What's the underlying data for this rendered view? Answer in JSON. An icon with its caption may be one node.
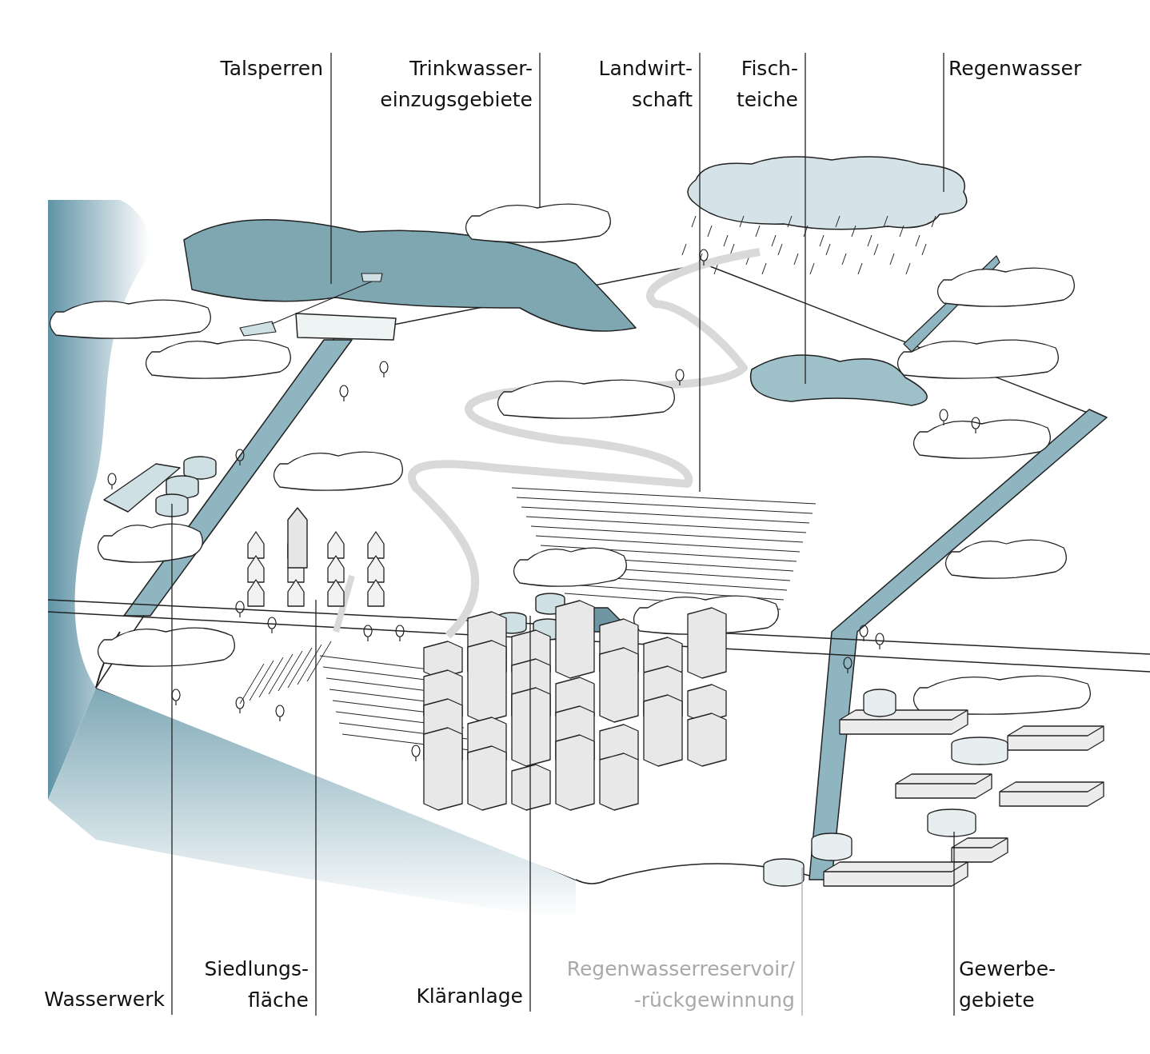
{
  "diagram": {
    "nodes": [
      {
        "text": [
          "Talsperren"
        ]
      },
      {
        "text": [
          "Trinkwasser- einzugsgebiete"
        ]
      },
      {
        "text": [
          "Landwirt- schaft"
        ]
      },
      {
        "text": [
          "Fisch- teiche"
        ]
      },
      {
        "text": [
          "Regenwasser"
        ]
      },
      {
        "text": [
          "Wasserwerk"
        ]
      },
      {
        "text": [
          "Siedlungs- fläche"
        ]
      },
      {
        "text": [
          "Kläranlage"
        ]
      },
      {
        "text": [
          "Regenwasserreservoir/ -rückgewinnung"
        ]
      },
      {
        "text": [
          "Gewerbe- gebiete"
        ]
      }
    ],
    "edges": [
      {
        "from": 0,
        "to": null,
        "arrow": "none"
      },
      {
        "from": 1,
        "to": null,
        "arrow": "none"
      },
      {
        "from": 2,
        "to": null,
        "arrow": "none"
      },
      {
        "from": 3,
        "to": null,
        "arrow": "none"
      },
      {
        "from": 4,
        "to": null,
        "arrow": "none"
      },
      {
        "from": 5,
        "to": null,
        "arrow": "none"
      },
      {
        "from": 6,
        "to": null,
        "arrow": "none"
      },
      {
        "from": 7,
        "to": null,
        "arrow": "none"
      },
      {
        "from": 8,
        "to": null,
        "arrow": "none",
        "color": "#aaaaaa"
      },
      {
        "from": 9,
        "to": null,
        "arrow": "none"
      }
    ]
  }
}
